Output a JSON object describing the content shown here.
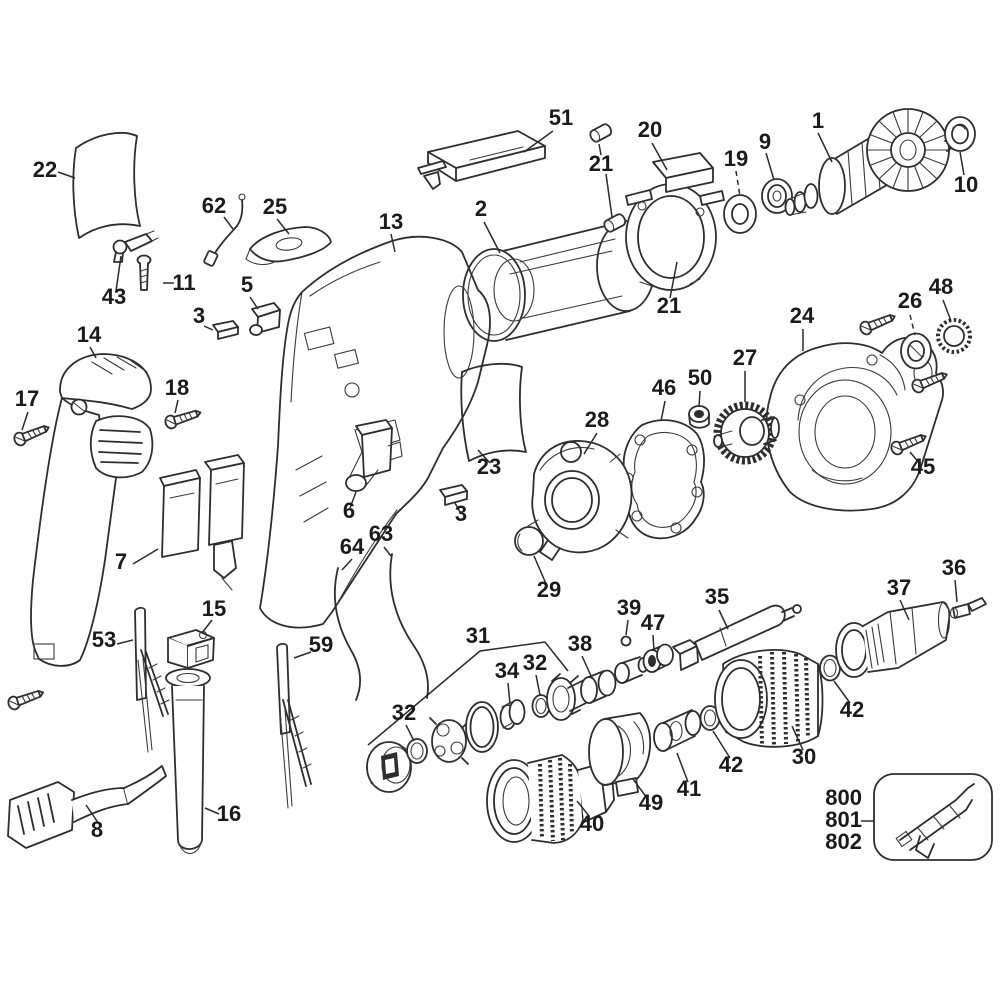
{
  "callouts": {
    "c1": "1",
    "c2": "2",
    "c3_left": "3",
    "c3_mid": "3",
    "c5": "5",
    "c6": "6",
    "c7": "7",
    "c8": "8",
    "c9": "9",
    "c10": "10",
    "c11": "11",
    "c13": "13",
    "c14": "14",
    "c15": "15",
    "c16": "16",
    "c17": "17",
    "c18": "18",
    "c19": "19",
    "c20": "20",
    "c21_top": "21",
    "c21_bottom": "21",
    "c22": "22",
    "c23": "23",
    "c24": "24",
    "c25": "25",
    "c26": "26",
    "c27": "27",
    "c28": "28",
    "c29": "29",
    "c30": "30",
    "c31": "31",
    "c32_upper": "32",
    "c32_lower": "32",
    "c34": "34",
    "c35": "35",
    "c36": "36",
    "c37": "37",
    "c38": "38",
    "c39": "39",
    "c40": "40",
    "c41": "41",
    "c42_right": "42",
    "c42_left": "42",
    "c43": "43",
    "c45": "45",
    "c46": "46",
    "c47": "47",
    "c48": "48",
    "c49": "49",
    "c50": "50",
    "c51": "51",
    "c53": "53",
    "c59": "59",
    "c62": "62",
    "c63": "63",
    "c64": "64",
    "c800": "800",
    "c801": "801",
    "c802": "802"
  }
}
